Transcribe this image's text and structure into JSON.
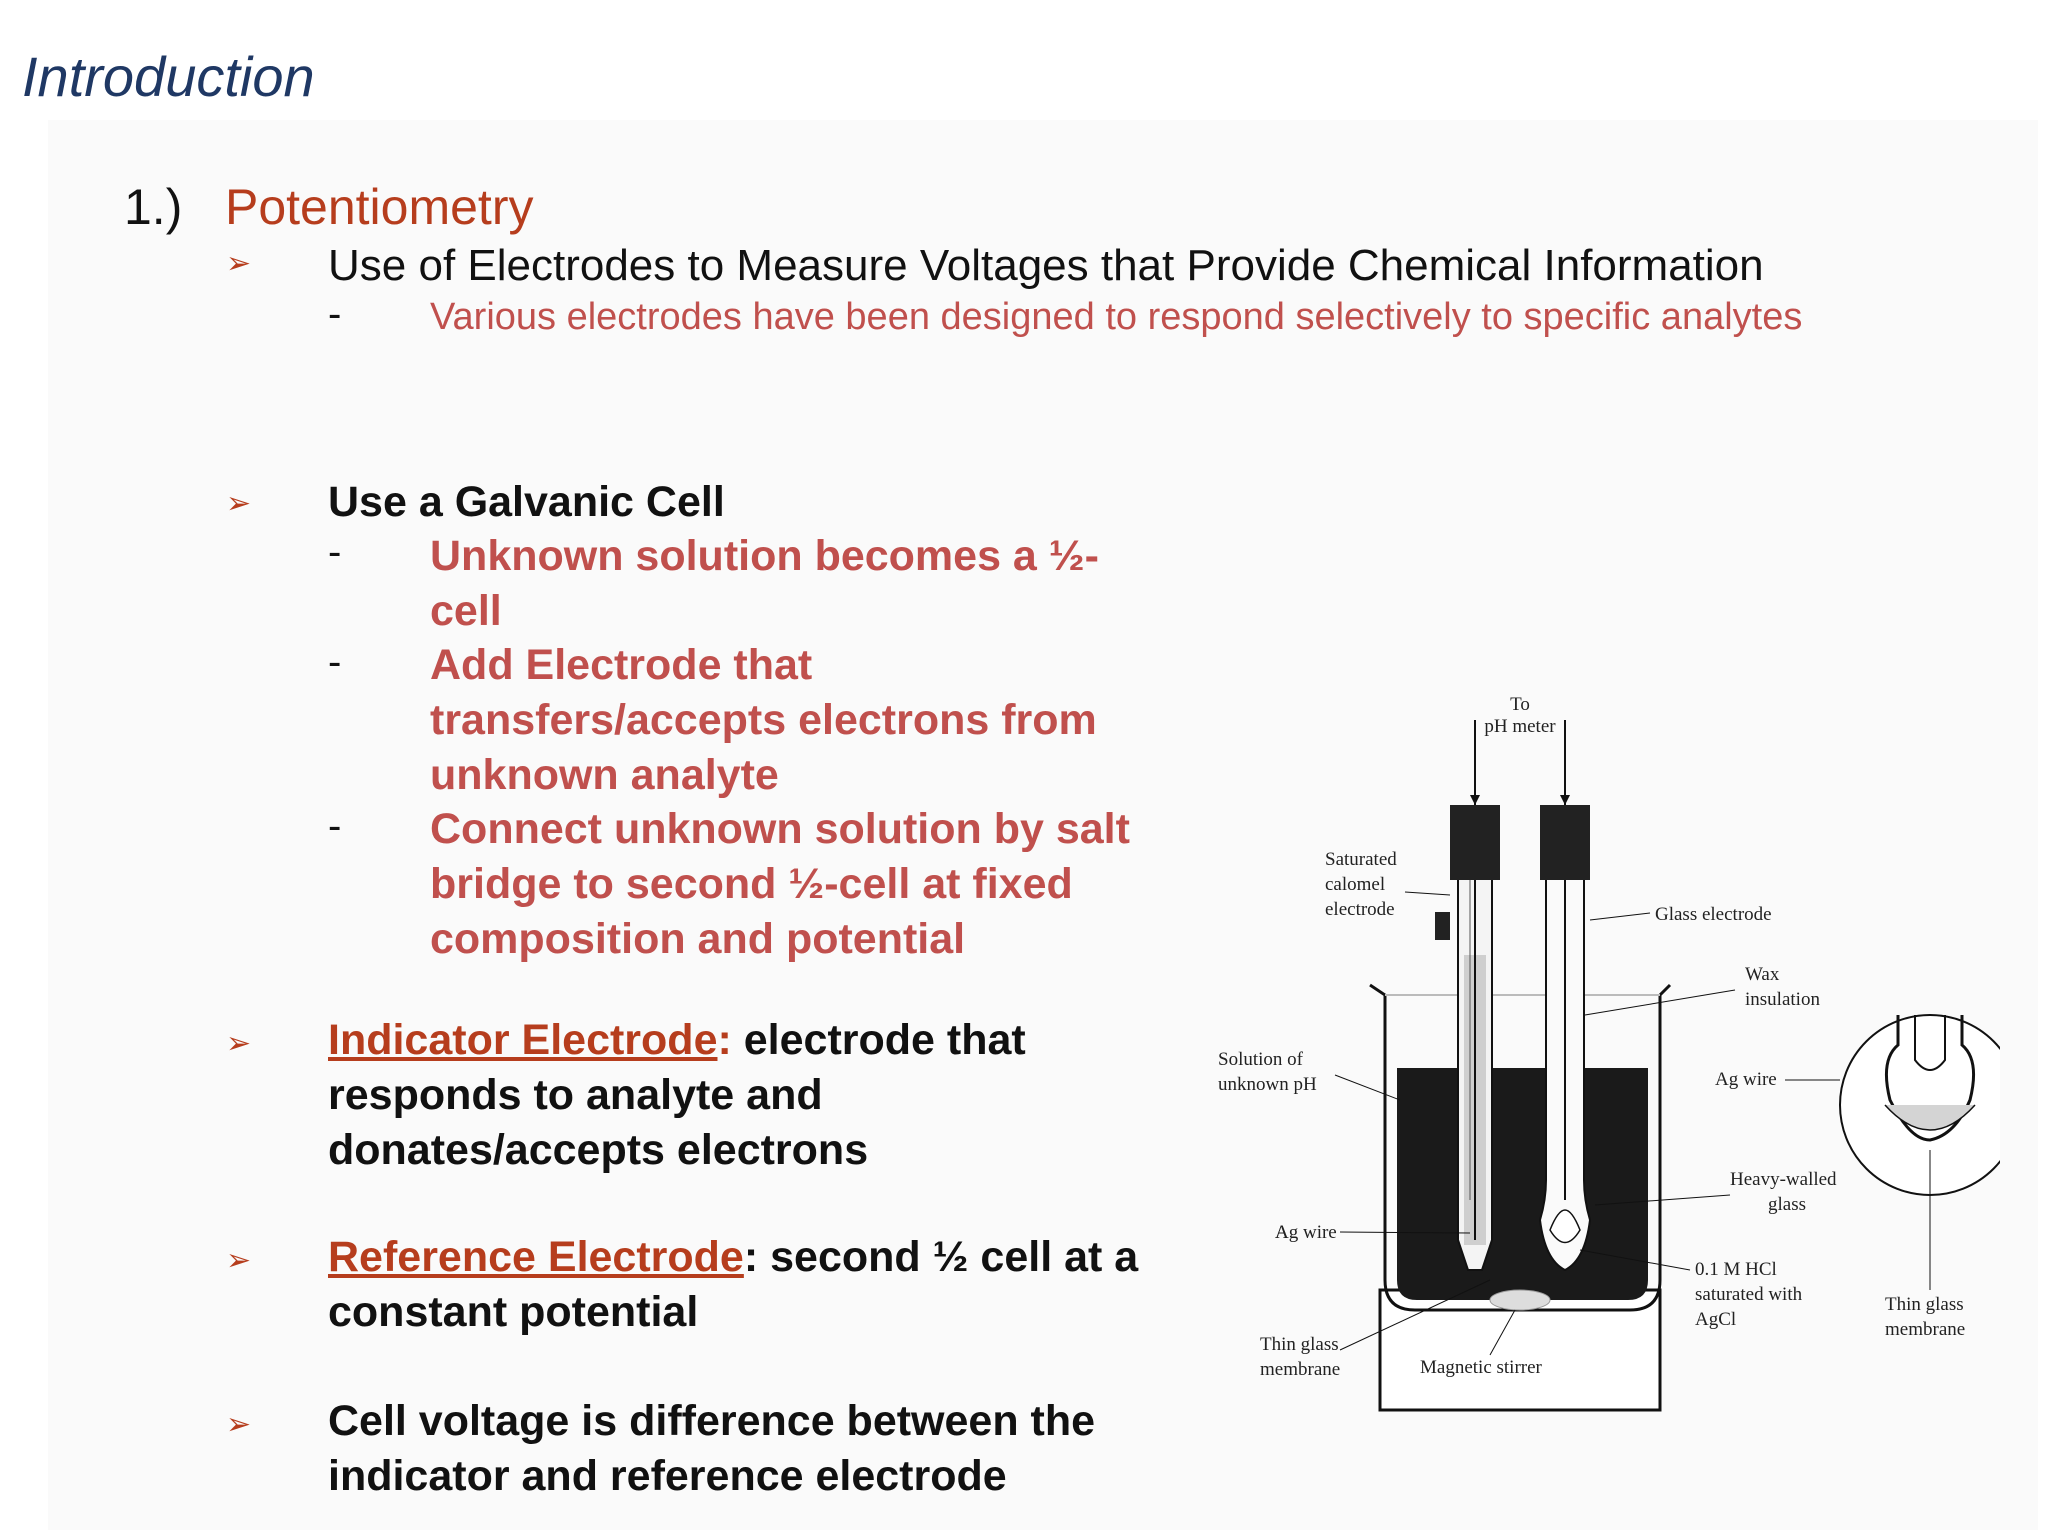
{
  "slide": {
    "title": "Introduction",
    "section_number": "1.)",
    "section_title": "Potentiometry"
  },
  "bullets": {
    "b1": {
      "text": "Use of Electrodes to Measure Voltages that Provide Chemical Information",
      "sub": "Various electrodes have been designed to respond selectively to specific analytes"
    },
    "b2": {
      "text": "Use a Galvanic Cell",
      "subs": [
        [
          "Unknown solution becomes a ½-",
          "cell"
        ],
        [
          "Add Electrode that",
          "transfers/accepts electrons from",
          "unknown analyte"
        ],
        [
          "Connect unknown solution by salt",
          "bridge to second ½-cell at fixed",
          "composition and potential"
        ]
      ]
    },
    "b3": {
      "term": "Indicator Electrode",
      "colon": ":",
      "line1_rest": " electrode that",
      "line2": "responds to analyte and",
      "line3": "donates/accepts electrons"
    },
    "b4": {
      "term": "Reference Electrode",
      "colon": ":",
      "line1_rest": " second ½ cell at a",
      "line2": "constant potential"
    },
    "b5": {
      "line1": "Cell voltage is difference between the",
      "line2": "indicator and reference electrode"
    }
  },
  "diagram": {
    "to_meter": [
      "To",
      "pH meter"
    ],
    "calomel": [
      "Saturated",
      "calomel",
      "electrode"
    ],
    "glass_electrode": "Glass electrode",
    "wax": [
      "Wax",
      "insulation"
    ],
    "solution": [
      "Solution of",
      "unknown pH"
    ],
    "ag_wire_right": "Ag wire",
    "heavy_glass": [
      "Heavy-walled",
      "glass"
    ],
    "ag_wire_left": "Ag wire",
    "hcl": [
      "0.1 M HCl",
      "saturated with",
      "AgCl"
    ],
    "thin_glass_right": [
      "Thin glass",
      "membrane"
    ],
    "thin_glass_left": [
      "Thin glass",
      "membrane"
    ],
    "stirrer": "Magnetic stirrer"
  }
}
